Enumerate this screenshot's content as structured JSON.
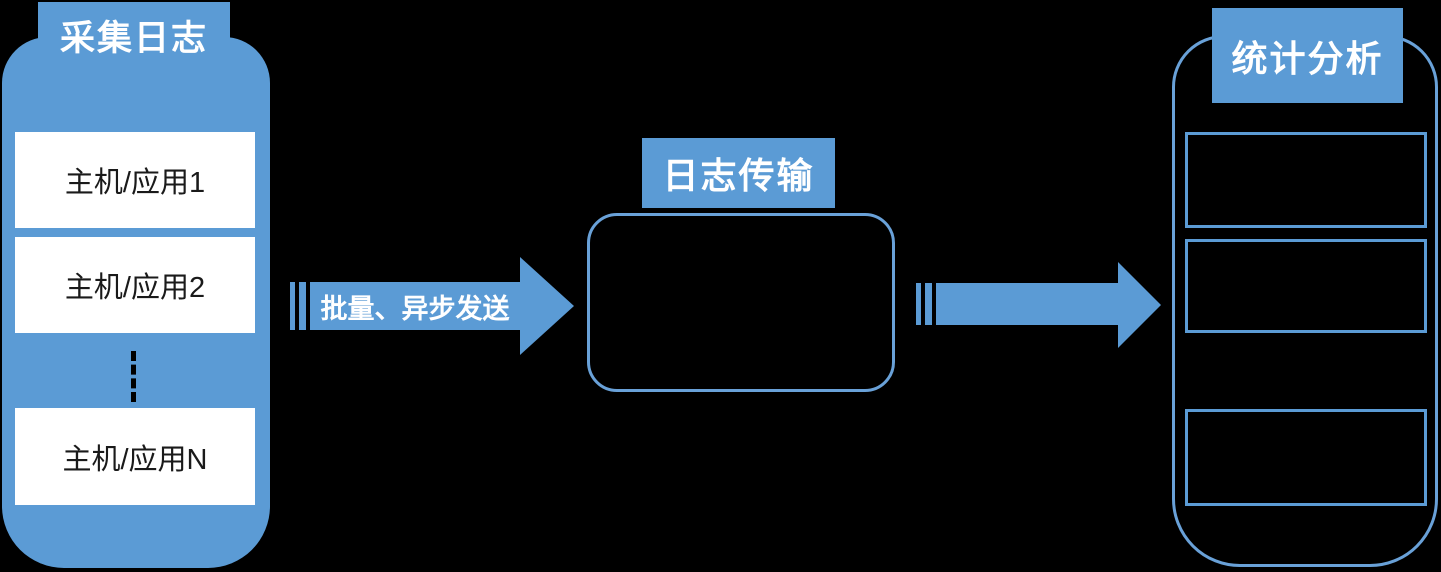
{
  "colors": {
    "background": "#000000",
    "accent_blue": "#5B9BD5",
    "outline_blue": "#69A1D8",
    "box_fill": "#FFFFFF",
    "box_text": "#1A1A1A",
    "label_text": "#FFFFFF"
  },
  "collect": {
    "title": "采集日志",
    "hosts": [
      "主机/应用1",
      "主机/应用2",
      "主机/应用N"
    ]
  },
  "transfer": {
    "arrow_label": "批量、异步发送",
    "title": "日志传输"
  },
  "analysis": {
    "title": "统计分析",
    "slot_count": 3
  }
}
